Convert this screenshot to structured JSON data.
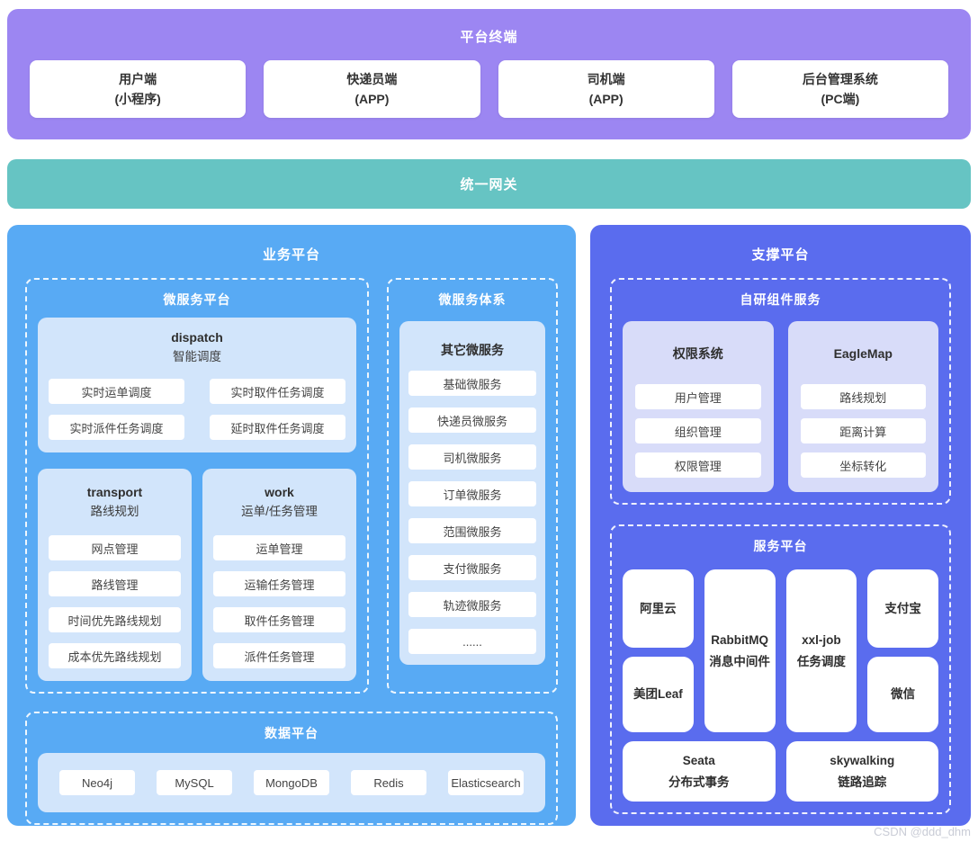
{
  "terminal": {
    "title": "平台终端",
    "boxes": [
      {
        "line1": "用户端",
        "line2": "(小程序)"
      },
      {
        "line1": "快递员端",
        "line2": "(APP)"
      },
      {
        "line1": "司机端",
        "line2": "(APP)"
      },
      {
        "line1": "后台管理系统",
        "line2": "(PC端)"
      }
    ]
  },
  "gateway": {
    "title": "统一网关"
  },
  "business": {
    "title": "业务平台",
    "micro_platform": {
      "title": "微服务平台",
      "dispatch": {
        "name": "dispatch",
        "subtitle": "智能调度",
        "items": [
          "实时运单调度",
          "实时取件任务调度",
          "实时派件任务调度",
          "延时取件任务调度"
        ]
      },
      "transport": {
        "name": "transport",
        "subtitle": "路线规划",
        "items": [
          "网点管理",
          "路线管理",
          "时间优先路线规划",
          "成本优先路线规划"
        ]
      },
      "work": {
        "name": "work",
        "subtitle": "运单/任务管理",
        "items": [
          "运单管理",
          "运输任务管理",
          "取件任务管理",
          "派件任务管理"
        ]
      }
    },
    "micro_system": {
      "title": "微服务体系",
      "header": "其它微服务",
      "items": [
        "基础微服务",
        "快递员微服务",
        "司机微服务",
        "订单微服务",
        "范围微服务",
        "支付微服务",
        "轨迹微服务",
        "......"
      ]
    },
    "data_platform": {
      "title": "数据平台",
      "items": [
        "Neo4j",
        "MySQL",
        "MongoDB",
        "Redis",
        "Elasticsearch"
      ]
    }
  },
  "support": {
    "title": "支撑平台",
    "self_components": {
      "title": "自研组件服务",
      "groups": [
        {
          "name": "权限系统",
          "items": [
            "用户管理",
            "组织管理",
            "权限管理"
          ]
        },
        {
          "name": "EagleMap",
          "items": [
            "路线规划",
            "距离计算",
            "坐标转化"
          ]
        }
      ]
    },
    "service_platform": {
      "title": "服务平台",
      "aliyun": "阿里云",
      "meituan": "美团Leaf",
      "rabbitmq_line1": "RabbitMQ",
      "rabbitmq_line2": "消息中间件",
      "xxljob_line1": "xxl-job",
      "xxljob_line2": "任务调度",
      "alipay": "支付宝",
      "wechat": "微信",
      "seata_line1": "Seata",
      "seata_line2": "分布式事务",
      "skywalking_line1": "skywalking",
      "skywalking_line2": "链路追踪"
    }
  },
  "watermark": "CSDN @ddd_dhm",
  "colors": {
    "terminal_bg": "#9c86f2",
    "gateway_bg": "#66c4c3",
    "business_bg": "#58aaf4",
    "support_bg": "#5a6cee",
    "card_blue": "#d2e5fb",
    "card_lavender": "#d8dcf9"
  }
}
